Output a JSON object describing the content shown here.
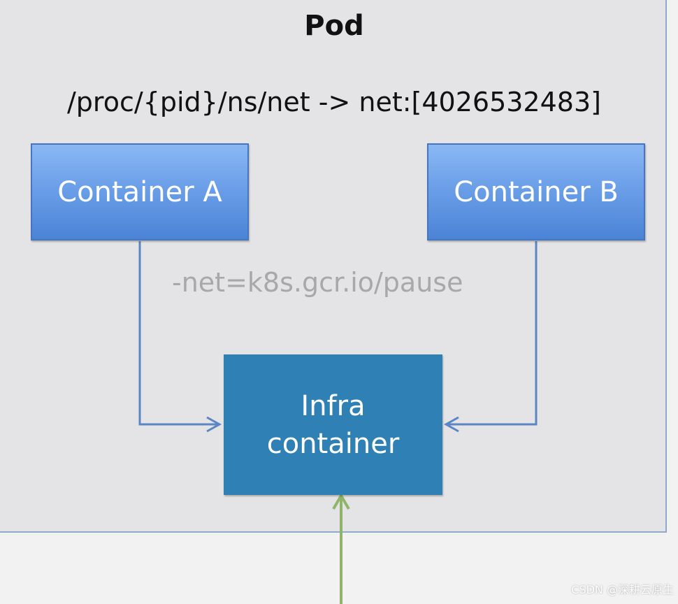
{
  "pod": {
    "title": "Pod",
    "ns_path": "/proc/{pid}/ns/net -> net:[4026532483]"
  },
  "containers": {
    "a": {
      "label": "Container A"
    },
    "b": {
      "label": "Container B"
    }
  },
  "pause_label": "-net=k8s.gcr.io/pause",
  "infra": {
    "line1": "Infra",
    "line2": "container"
  },
  "colors": {
    "pod_fill": "#e4e4e6",
    "pod_border": "#8fa9c9",
    "container_fill": "#6b9fe8",
    "infra_fill": "#2f80b4",
    "connector": "#5a86c4",
    "external_arrow": "#8fb46a"
  },
  "watermark": "CSDN @深耕云原生"
}
